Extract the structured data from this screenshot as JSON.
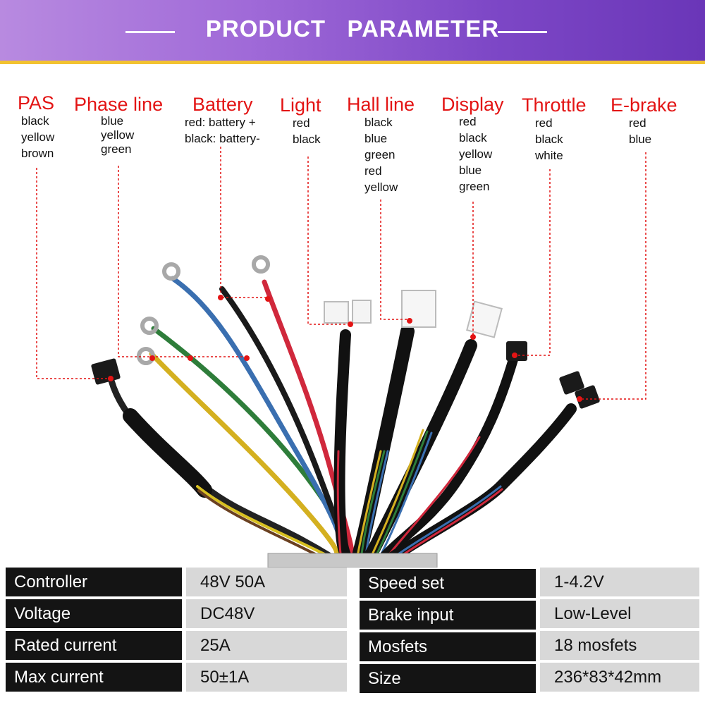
{
  "header": {
    "title": "PRODUCT   PARAMETER"
  },
  "connectors": [
    {
      "label": "PAS",
      "wires": [
        "black",
        "yellow",
        "brown"
      ]
    },
    {
      "label": "Phase line",
      "wires": [
        "blue",
        "yellow",
        "green"
      ]
    },
    {
      "label": "Battery",
      "wires": [
        "red: battery +",
        "black: battery-"
      ]
    },
    {
      "label": "Light",
      "wires": [
        "red",
        "black"
      ]
    },
    {
      "label": "Hall line",
      "wires": [
        "black",
        "blue",
        "green",
        "red",
        "yellow"
      ]
    },
    {
      "label": "Display",
      "wires": [
        "red",
        "black",
        "yellow",
        "blue",
        "green"
      ]
    },
    {
      "label": "Throttle",
      "wires": [
        "red",
        "black",
        "white"
      ]
    },
    {
      "label": "E-brake",
      "wires": [
        "red",
        "blue"
      ]
    }
  ],
  "specs": {
    "left": [
      {
        "label": "Controller",
        "value": "48V 50A"
      },
      {
        "label": "Voltage",
        "value": "DC48V"
      },
      {
        "label": "Rated current",
        "value": "25A"
      },
      {
        "label": "Max current",
        "value": "50±1A"
      }
    ],
    "right": [
      {
        "label": "Speed set",
        "value": "1-4.2V"
      },
      {
        "label": "Brake input",
        "value": "Low-Level"
      },
      {
        "label": "Mosfets",
        "value": "18 mosfets"
      },
      {
        "label": "Size",
        "value": "236*83*42mm"
      }
    ]
  },
  "colors": {
    "callout": "#e31414",
    "header_start": "#b88ae0",
    "header_end": "#6a36b8",
    "header_rule": "#f2c230",
    "label_bg": "#141414",
    "value_bg": "#d8d8d8"
  }
}
